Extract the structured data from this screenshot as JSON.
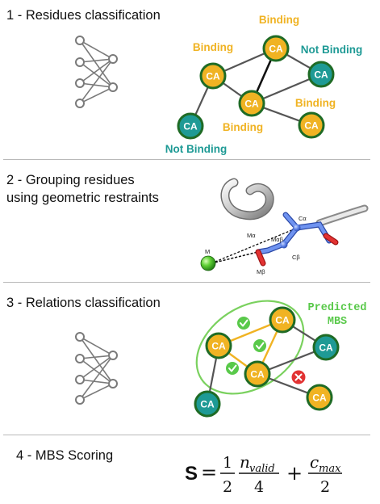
{
  "steps": [
    {
      "number": "1",
      "title": "1 - Residues classification"
    },
    {
      "number": "2",
      "title_line1": "2 - Grouping residues",
      "title_line2": "using geometric restraints"
    },
    {
      "number": "3",
      "title": "3 - Relations classification"
    },
    {
      "number": "4",
      "title": "4 - MBS Scoring"
    }
  ],
  "node_label": "CA",
  "labels": {
    "binding": "Binding",
    "not_binding": "Not Binding",
    "predicted_line1": "Predicted",
    "predicted_line2": "MBS"
  },
  "structure_labels": {
    "metal": "M",
    "ca_atom": "Cα",
    "cb_atom": "Cβ",
    "m_alpha": "Mα",
    "m_beta": "Mβ",
    "ma_beta": "Mαβ"
  },
  "formula": {
    "lhs": "S",
    "equals": "=",
    "frac1_num": "1",
    "frac1_den": "2",
    "n_var": "n",
    "n_sub": "valid",
    "frac2_den": "4",
    "plus": "+",
    "c_var": "c",
    "c_sub": "max",
    "frac3_den": "2"
  },
  "colors": {
    "binding_node": "#f0b323",
    "not_binding_node": "#1e9a95",
    "node_border": "#1f6b25",
    "edge": "#555555",
    "predicted_edge": "#f0b323",
    "predicted_ellipse": "#7ad15e",
    "check": "#59c94a",
    "cross": "#e23232"
  },
  "icons": [
    "neural-network-icon",
    "check-icon",
    "cross-icon",
    "metal-ion-icon"
  ]
}
